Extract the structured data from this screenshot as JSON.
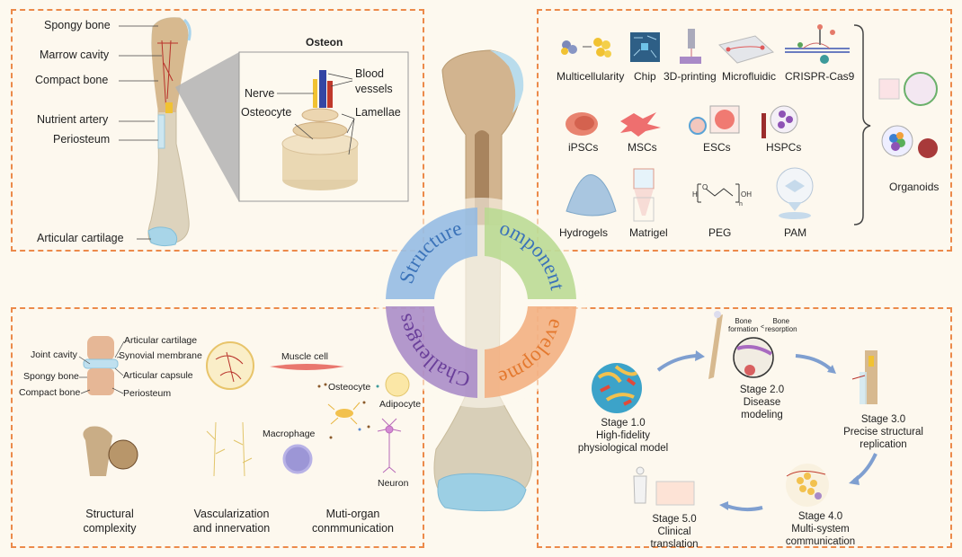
{
  "structure_panel": {
    "bone_labels": [
      "Spongy bone",
      "Marrow cavity",
      "Compact bone",
      "Nutrient artery",
      "Periosteum",
      "Articular cartilage"
    ],
    "osteon": {
      "title": "Osteon",
      "labels": {
        "blood_vessels_1": "Blood",
        "blood_vessels_2": "vessels",
        "nerve": "Nerve",
        "osteocyte": "Osteocyte",
        "lamellae": "Lamellae"
      }
    }
  },
  "components_panel": {
    "row1": [
      "Multicellularity",
      "Chip",
      "3D-printing",
      "Microfluidic",
      "CRISPR-Cas9"
    ],
    "row2": [
      "iPSCs",
      "MSCs",
      "ESCs",
      "HSPCs"
    ],
    "row3": [
      "Hydrogels",
      "Matrigel",
      "PEG",
      "PAM"
    ],
    "peg_formula": {
      "h": "H",
      "o": "O",
      "oh": "OH",
      "n": "n"
    },
    "result": "Organoids"
  },
  "center_ring": {
    "segments": [
      {
        "label": "Structure",
        "color": "#8fb8e3",
        "text_color": "#3b73b9"
      },
      {
        "label": "Components",
        "color": "#b7d98f",
        "text_color": "#3b73b9"
      },
      {
        "label": "Challenges",
        "color": "#a98ac7",
        "text_color": "#6a3f9a"
      },
      {
        "label": "Development",
        "color": "#f3ae7f",
        "text_color": "#e4792f"
      }
    ]
  },
  "challenges_panel": {
    "joint_labels": {
      "joint_cavity": "Joint cavity",
      "spongy_bone": "Spongy bone",
      "compact_bone": "Compact bone",
      "articular_cartilage": "Articular cartilage",
      "synovial_membrane": "Synovial membrane",
      "articular_capsule": "Articular capsule",
      "periosteum": "Periosteum"
    },
    "cells": {
      "muscle": "Muscle cell",
      "osteocyte": "Osteocyte",
      "adipocyte": "Adipocyte",
      "macrophage": "Macrophage",
      "neuron": "Neuron"
    },
    "captions": [
      {
        "line1": "Structural",
        "line2": "complexity"
      },
      {
        "line1": "Vascularization",
        "line2": "and innervation"
      },
      {
        "line1": "Muti-organ",
        "line2": "conmmunication"
      }
    ]
  },
  "development_panel": {
    "bone_balance": {
      "left1": "Bone",
      "left2": "formation",
      "sign": "<",
      "right1": "Bone",
      "right2": "resorption"
    },
    "stages": [
      {
        "title": "Stage 1.0",
        "desc1": "High-fidelity",
        "desc2": "physiological model"
      },
      {
        "title": "Stage 2.0",
        "desc1": "Disease",
        "desc2": "modeling"
      },
      {
        "title": "Stage 3.0",
        "desc1": "Precise structural",
        "desc2": "replication"
      },
      {
        "title": "Stage 4.0",
        "desc1": "Multi-system",
        "desc2": "communication"
      },
      {
        "title": "Stage 5.0",
        "desc1": "Clinical",
        "desc2": "translation"
      }
    ]
  }
}
